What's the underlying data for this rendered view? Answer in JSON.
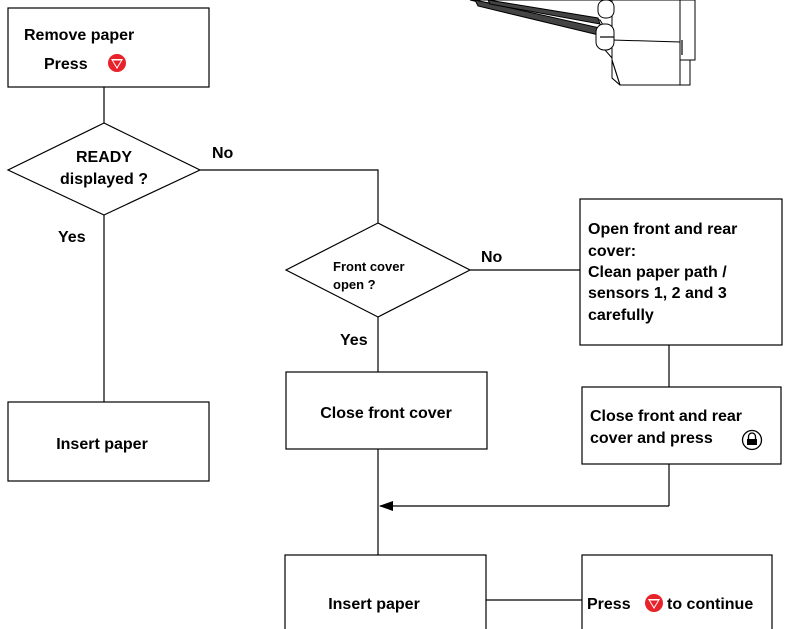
{
  "nodes": {
    "remove_paper": {
      "line1": "Remove paper",
      "line2": "Press"
    },
    "ready_decision": {
      "line1": "READY",
      "line2": "displayed ?"
    },
    "front_cover_decision": {
      "line1": "Front cover",
      "line2": "open ?"
    },
    "open_covers": {
      "line1": "Open front and rear",
      "line2": "cover:",
      "line3": "Clean paper path /",
      "line4": "sensors 1, 2 and 3",
      "line5": "carefully"
    },
    "insert_paper_left": {
      "label": "Insert paper"
    },
    "close_front_cover": {
      "label": "Close front cover"
    },
    "close_front_rear": {
      "line1": "Close front and rear",
      "line2": "cover and press"
    },
    "insert_paper_bottom": {
      "label": "Insert paper"
    },
    "press_continue": {
      "prefix": "Press",
      "suffix": "to continue"
    }
  },
  "edge_labels": {
    "ready_no": "No",
    "ready_yes": "Yes",
    "front_no": "No",
    "front_yes": "Yes"
  },
  "icons": {
    "stop_button": {
      "name": "red-down-triangle-button-icon",
      "color": "#e8222a"
    },
    "unlock_button": {
      "name": "lock-button-icon"
    },
    "printer": {
      "name": "printer-illustration"
    }
  }
}
